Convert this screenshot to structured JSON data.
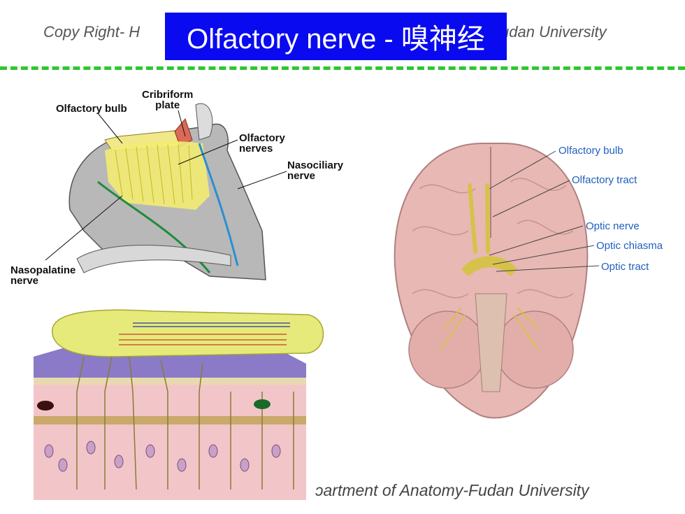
{
  "header": {
    "copyright_left": "Copy Right- H",
    "copyright_right": "udan University",
    "title": "Olfactory nerve - 嗅神经"
  },
  "nasal_diagram": {
    "labels": {
      "olfactory_bulb": "Olfactory bulb",
      "cribriform_plate": "Cribriform\nplate",
      "olfactory_nerves": "Olfactory\nnerves",
      "nasociliary_nerve": "Nasociliary\nnerve",
      "nasopalatine_nerve": "Nasopalatine\nnerve"
    }
  },
  "brain_diagram": {
    "labels": {
      "olfactory_bulb": "Olfactory bulb",
      "olfactory_tract": "Olfactory tract",
      "optic_nerve": "Optic nerve",
      "optic_chiasma": "Optic chiasma",
      "optic_tract": "Optic tract"
    },
    "label_color": "#1f5fbf"
  },
  "footer": {
    "text": "ɔartment of Anatomy-Fudan University"
  },
  "colors": {
    "title_bg": "#0a0af0",
    "divider": "#2ec72e"
  }
}
